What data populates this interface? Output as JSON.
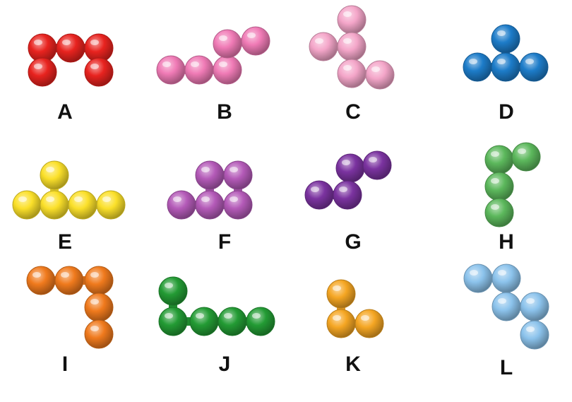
{
  "pieces": [
    {
      "label": "A",
      "color": "#e8231f"
    },
    {
      "label": "B",
      "color": "#f07bb6"
    },
    {
      "label": "C",
      "color": "#f4a6c9"
    },
    {
      "label": "D",
      "color": "#1d7cc9"
    },
    {
      "label": "E",
      "color": "#fbe02a"
    },
    {
      "label": "F",
      "color": "#b45ab8"
    },
    {
      "label": "G",
      "color": "#7b33a0"
    },
    {
      "label": "H",
      "color": "#5cb85c"
    },
    {
      "label": "I",
      "color": "#f07a1d"
    },
    {
      "label": "J",
      "color": "#239b34"
    },
    {
      "label": "K",
      "color": "#f5a623"
    },
    {
      "label": "L",
      "color": "#8cc3ec"
    }
  ]
}
